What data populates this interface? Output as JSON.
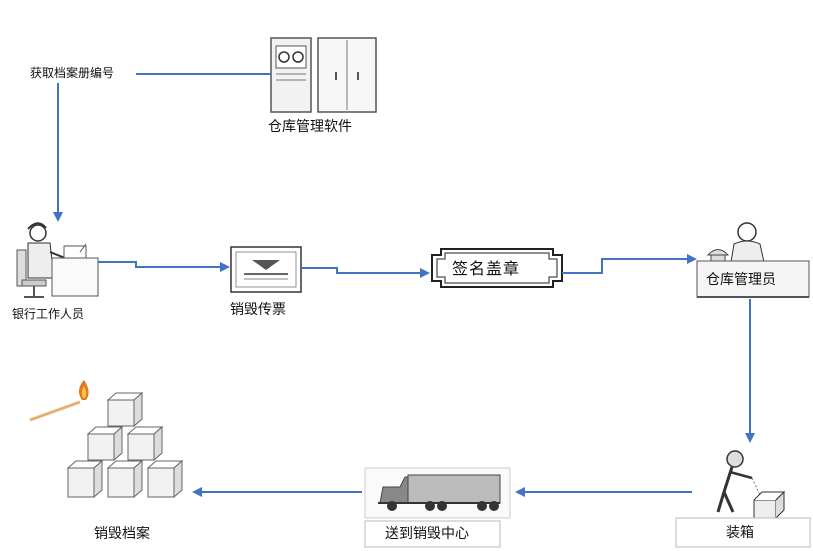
{
  "diagram": {
    "colors": {
      "arrow": "#4472c4",
      "line": "#666666",
      "icon": "#555555"
    },
    "labels": {
      "get_id": "获取档案册编号",
      "software": "仓库管理软件",
      "bank_staff": "银行工作人员",
      "ticket": "销毁传票",
      "sign": "签名盖章",
      "warehouse_admin": "仓库管理员",
      "packing": "装箱",
      "send": "送到销毁中心",
      "destroy": "销毁档案"
    },
    "icons": {
      "server": "server-cabinet-icon",
      "worker": "office-worker-icon",
      "ticket": "ticket-document-icon",
      "seal": "signature-seal-icon",
      "admin": "warehouse-admin-icon",
      "packing": "packing-person-icon",
      "truck": "truck-icon",
      "boxes": "burning-boxes-icon"
    }
  }
}
